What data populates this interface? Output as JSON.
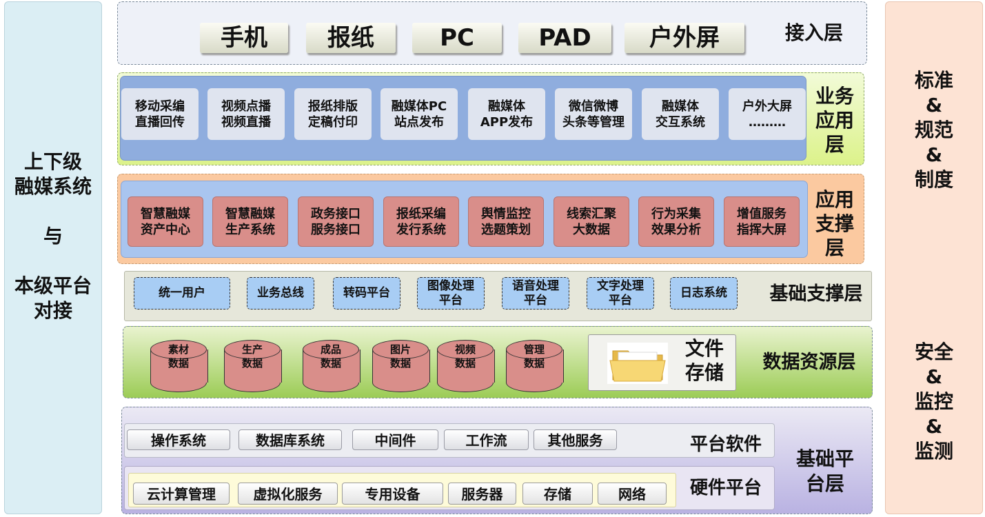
{
  "left_panel": {
    "line1": "上下级",
    "line2": "融媒系统",
    "line3": "与",
    "line4": "本级平台",
    "line5": "对接"
  },
  "right_panel": {
    "top": [
      "标准",
      "&",
      "规范",
      "&",
      "制度"
    ],
    "bottom": [
      "安全",
      "&",
      "监控",
      "&",
      "监测"
    ]
  },
  "access_layer": {
    "title": "接入层",
    "devices": [
      "手机",
      "报纸",
      "PC",
      "PAD",
      "户外屏"
    ]
  },
  "business_layer": {
    "title_lines": [
      "业务",
      "应用",
      "层"
    ],
    "items": [
      [
        "移动采编",
        "直播回传"
      ],
      [
        "视频点播",
        "视频直播"
      ],
      [
        "报纸排版",
        "定稿付印"
      ],
      [
        "融媒体PC",
        "站点发布"
      ],
      [
        "融媒体",
        "APP发布"
      ],
      [
        "微信微博",
        "头条等管理"
      ],
      [
        "融媒体",
        "交互系统"
      ],
      [
        "户外大屏",
        "………"
      ]
    ]
  },
  "support_layer": {
    "title_lines": [
      "应用",
      "支撑",
      "层"
    ],
    "items": [
      [
        "智慧融媒",
        "资产中心"
      ],
      [
        "智慧融媒",
        "生产系统"
      ],
      [
        "政务接口",
        "服务接口"
      ],
      [
        "报纸采编",
        "发行系统"
      ],
      [
        "舆情监控",
        "选题策划"
      ],
      [
        "线索汇聚",
        "大数据"
      ],
      [
        "行为采集",
        "效果分析"
      ],
      [
        "增值服务",
        "指挥大屏"
      ]
    ]
  },
  "base_support_layer": {
    "title": "基础支撑层",
    "items": [
      [
        "统一用户"
      ],
      [
        "业务总线"
      ],
      [
        "转码平台"
      ],
      [
        "图像处理",
        "平台"
      ],
      [
        "语音处理",
        "平台"
      ],
      [
        "文字处理",
        "平台"
      ],
      [
        "日志系统"
      ]
    ]
  },
  "data_layer": {
    "title": "数据资源层",
    "databases": [
      [
        "素材",
        "数据"
      ],
      [
        "生产",
        "数据"
      ],
      [
        "成品",
        "数据"
      ],
      [
        "图片",
        "数据"
      ],
      [
        "视频",
        "数据"
      ],
      [
        "管理",
        "数据"
      ]
    ],
    "file_storage": [
      "文件",
      "存储"
    ],
    "file_icon": "folder-icon"
  },
  "platform_layer": {
    "title_lines": [
      "基础平",
      "台层"
    ],
    "software": {
      "title": "平台软件",
      "items": [
        "操作系统",
        "数据库系统",
        "中间件",
        "工作流",
        "其他服务"
      ]
    },
    "hardware": {
      "title": "硬件平台",
      "items": [
        "云计算管理",
        "虚拟化服务",
        "专用设备",
        "服务器",
        "存储",
        "网络"
      ]
    }
  },
  "colors": {
    "left_panel": "#dbeef4",
    "right_panel": "#fde3d4",
    "business_inner": "#8fadde",
    "support_outer": "#fbc9a0",
    "support_tile": "#d98e8a",
    "base_tile": "#a8cdf4",
    "data_layer_green": "#9ccc56",
    "platform_purple": "#b9b2e2"
  }
}
